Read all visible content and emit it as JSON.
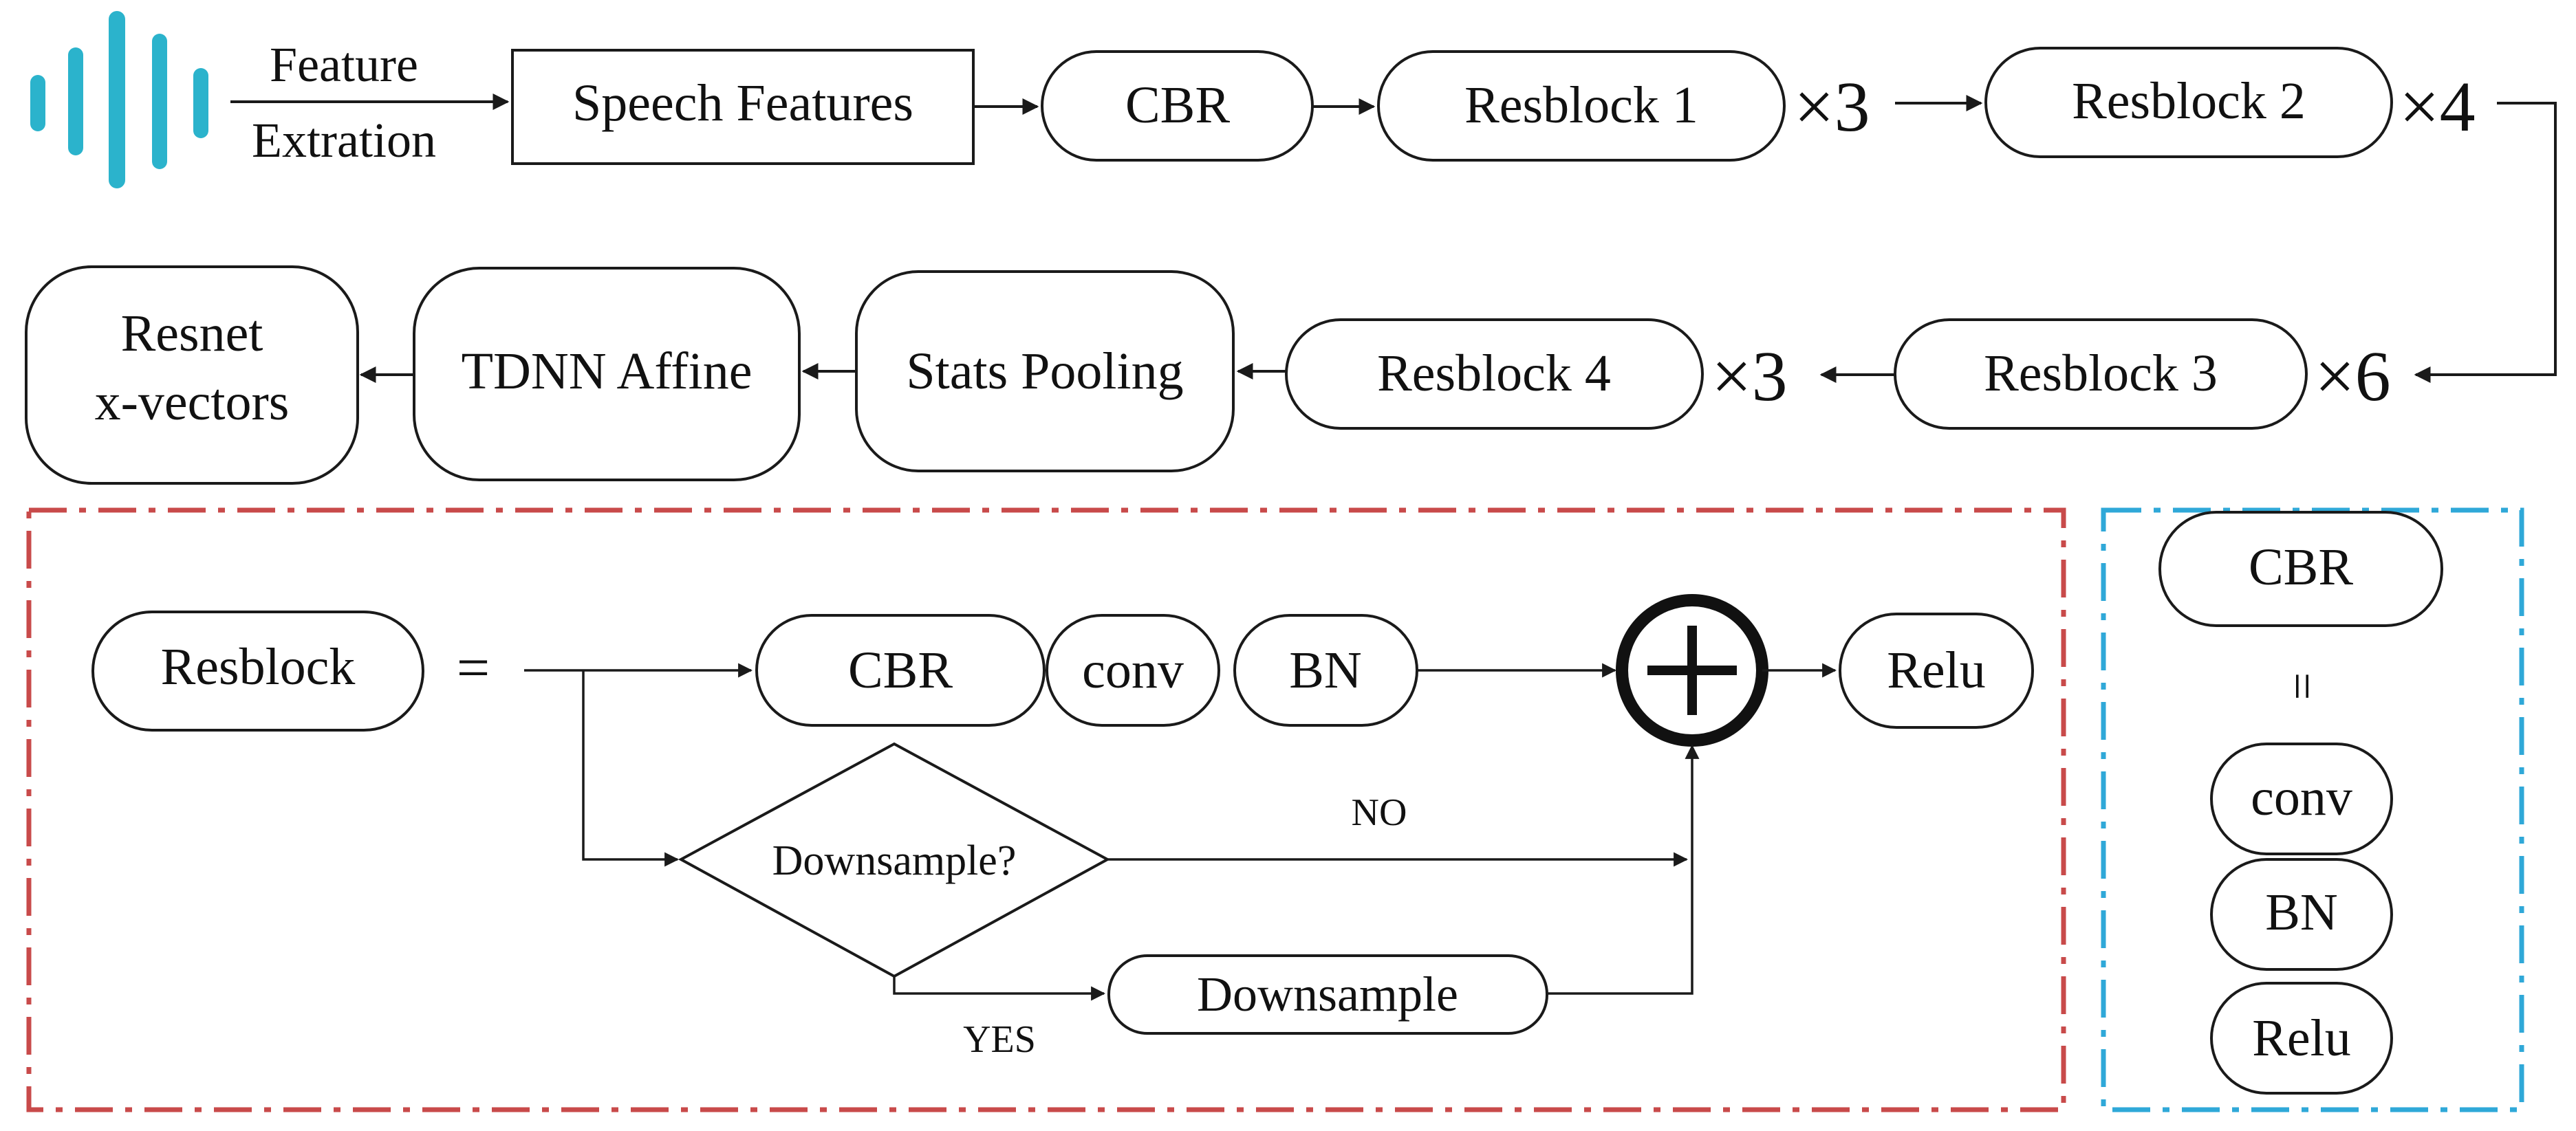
{
  "colors": {
    "wave": "#2bb3cc",
    "red_dash": "#c84a4a",
    "blue_dash": "#2fa8d8",
    "stroke": "#1a1a1a"
  },
  "icons": {
    "waveform": "audio-waveform-icon",
    "adder": "circled-plus-icon"
  },
  "pipeline": {
    "feature_label_1": "Feature",
    "feature_label_2": "Extration",
    "speech_features": "Speech Features",
    "cbr": "CBR",
    "resblock1": "Resblock 1",
    "mult1": "×3",
    "resblock2": "Resblock 2",
    "mult2": "×4",
    "resblock3": "Resblock 3",
    "mult3": "×6",
    "resblock4": "Resblock 4",
    "mult4": "×3",
    "stats_pooling": "Stats Pooling",
    "tdnn_affine": "TDNN Affine",
    "output_1": "Resnet",
    "output_2": "x-vectors"
  },
  "resblock_detail": {
    "resblock": "Resblock",
    "equals": "=",
    "cbr": "CBR",
    "conv": "conv",
    "bn": "BN",
    "relu": "Relu",
    "decision": "Downsample?",
    "no": "NO",
    "yes": "YES",
    "downsample": "Downsample"
  },
  "cbr_detail": {
    "cbr": "CBR",
    "equals": "=",
    "conv": "conv",
    "bn": "BN",
    "relu": "Relu"
  }
}
